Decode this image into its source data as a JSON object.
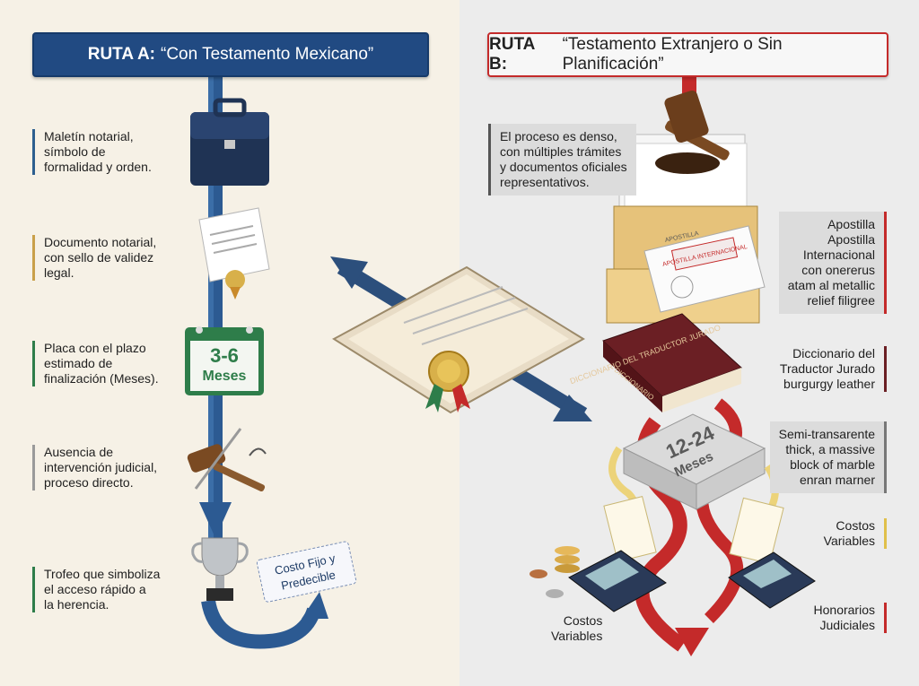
{
  "route_a": {
    "title_bold": "RUTA A:",
    "title_rest": "“Con Testamento Mexicano”",
    "labels": [
      {
        "lines": [
          "Maletín notarial,",
          "símbolo de",
          "formalidad y orden."
        ],
        "accent": "#2d5f8f"
      },
      {
        "lines": [
          "Documento notarial,",
          "con sello de validez",
          "legal."
        ],
        "accent": "#c9a04a"
      },
      {
        "lines": [
          "Placa con el plazo",
          "estimado de",
          "finalización (Meses)."
        ],
        "accent": "#2e7d4a"
      },
      {
        "lines": [
          "Ausencia de",
          "intervención judicial,",
          "proceso directo."
        ],
        "accent": "#9a9a9a"
      },
      {
        "lines": [
          "Trofeo que simboliza",
          "el acceso rápido a",
          "la herencia."
        ],
        "accent": "#2e7d4a"
      }
    ],
    "timeframe_plaque": {
      "number": "3-6",
      "unit": "Meses"
    },
    "ticket": {
      "line1": "Costo Fijo y",
      "line2": "Predecible"
    }
  },
  "route_b": {
    "title_bold": "RUTA B:",
    "title_rest": "“Testamento Extranjero o Sin Planificación”",
    "labels": [
      {
        "lines": [
          "El proceso es denso,",
          "con múltiples trámites",
          "y documentos oficiales",
          "representativos."
        ],
        "accent": "#555555"
      },
      {
        "lines": [
          "Apostilla",
          "Apostilla",
          "Internacional",
          "con onererus",
          "atam al metallic",
          "relief filigree"
        ],
        "accent": "#c42a2a"
      },
      {
        "lines": [
          "Diccionario del",
          "Traductor Jurado",
          "burgurgy leather"
        ],
        "accent": "#6b1f24"
      },
      {
        "lines": [
          "Semi-transarente",
          "thick, a massive",
          "block of marble",
          "enran marner"
        ],
        "accent": "#777777"
      },
      {
        "lines": [
          "Costos",
          "Variables"
        ],
        "accent": "#e0c04a"
      },
      {
        "lines": [
          "Honorarios",
          "Judiciales"
        ],
        "accent": "#c42a2a"
      }
    ],
    "bottom_left_label": [
      "Costos",
      "Variables"
    ],
    "marble_block": {
      "number": "12-24",
      "unit": "Meses"
    },
    "stamp_text_1": "APOSTILLA INTERNACIONAL",
    "stamp_text_2": "APOSTILLA",
    "book_title": "DICCIONARIO",
    "book_spine": "DICCIONARIO DEL TRADUCTOR JURADO"
  },
  "colors": {
    "blue": "#214a82",
    "red": "#c42a2a",
    "green": "#2e7d4a",
    "gold": "#d8b04a"
  },
  "icons": [
    "briefcase-icon",
    "notary-document-icon",
    "calendar-plaque-icon",
    "gavel-crossed-icon",
    "trophy-icon",
    "ticket-icon",
    "central-document-icon",
    "gavel-icon",
    "paper-stack-icon",
    "apostille-stamp-icon",
    "dictionary-book-icon",
    "marble-block-icon",
    "calculator-icon",
    "coins-icon"
  ]
}
